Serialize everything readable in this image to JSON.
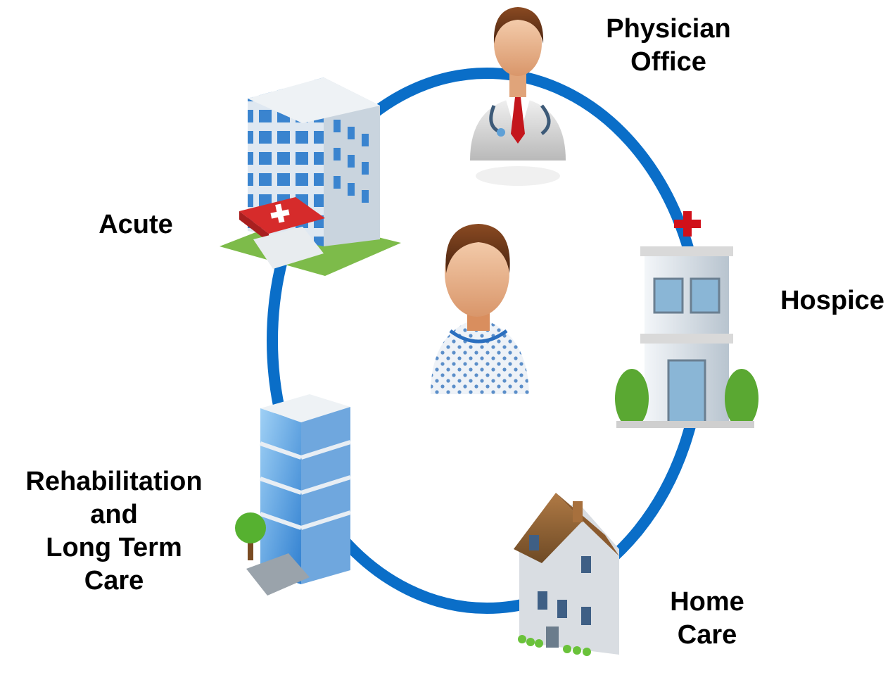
{
  "diagram": {
    "ring_color": "#0a6ec8",
    "center": {
      "name": "patient",
      "icon": "patient-icon"
    },
    "nodes": [
      {
        "id": "physician",
        "icon": "physician-icon",
        "lines": [
          "Physician",
          "Office"
        ]
      },
      {
        "id": "hospice",
        "icon": "hospice-building-icon",
        "lines": [
          "Hospice"
        ]
      },
      {
        "id": "home",
        "icon": "house-icon",
        "lines": [
          "Home",
          "Care"
        ]
      },
      {
        "id": "rehab",
        "icon": "rehab-building-icon",
        "lines": [
          "Rehabilitation",
          "and",
          "Long Term",
          "Care"
        ]
      },
      {
        "id": "acute",
        "icon": "hospital-icon",
        "lines": [
          "Acute"
        ]
      }
    ]
  }
}
